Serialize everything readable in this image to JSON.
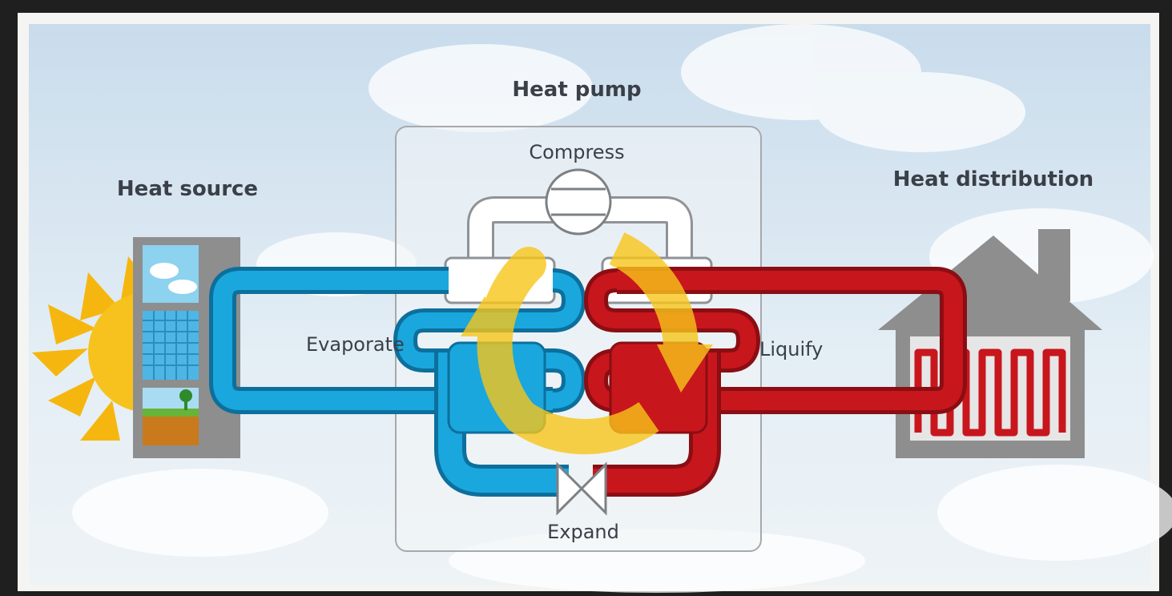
{
  "labels": {
    "heat_pump": "Heat pump",
    "heat_source": "Heat source",
    "heat_distribution": "Heat distribution",
    "compress": "Compress",
    "evaporate": "Evaporate",
    "liquify": "Liquify",
    "expand": "Expand"
  },
  "colors": {
    "cold_pipe": "#1aa7dd",
    "hot_pipe": "#c8161d",
    "cycle_arrow": "#f7c61a",
    "sun": "#f5b70f",
    "building": "#8e8e8e",
    "sky": "#dbe8f2"
  },
  "icons": {
    "sun": "sun-icon",
    "building": "apartment-building-icon",
    "house": "house-icon",
    "compressor": "compressor-icon",
    "valve": "expansion-valve-icon"
  }
}
